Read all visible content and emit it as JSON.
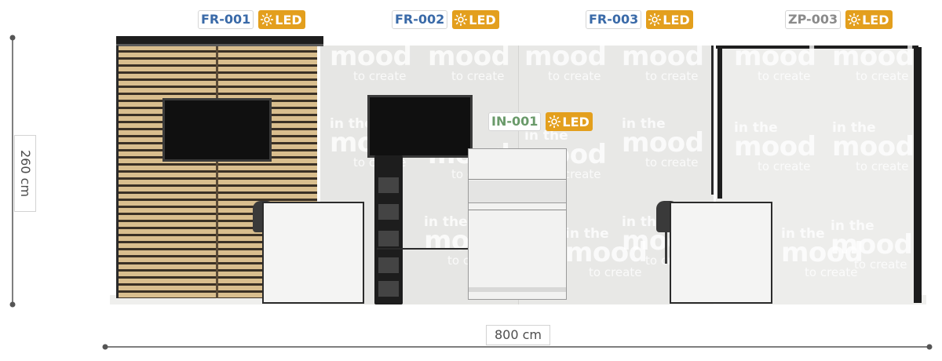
{
  "tags": [
    {
      "code": "FR-001",
      "led": "LED",
      "code_color": "#3a6aa8"
    },
    {
      "code": "FR-002",
      "led": "LED",
      "code_color": "#3a6aa8"
    },
    {
      "code": "FR-003",
      "led": "LED",
      "code_color": "#3a6aa8"
    },
    {
      "code": "ZP-003",
      "led": "LED",
      "code_color": "#8a8a8a"
    },
    {
      "code": "IN-001",
      "led": "LED",
      "code_color": "#6a9a6a"
    }
  ],
  "branding": {
    "line1": "in the",
    "line2": "mood",
    "line3": "to create"
  },
  "dimensions": {
    "height": "260 cm",
    "width": "800 cm"
  },
  "colors": {
    "led_badge": "#e39f1d",
    "wood": "#d8bc8c",
    "wall": "#e9e9e7",
    "frame": "#1e1e1e"
  },
  "icons": {
    "led": "sun-icon"
  }
}
